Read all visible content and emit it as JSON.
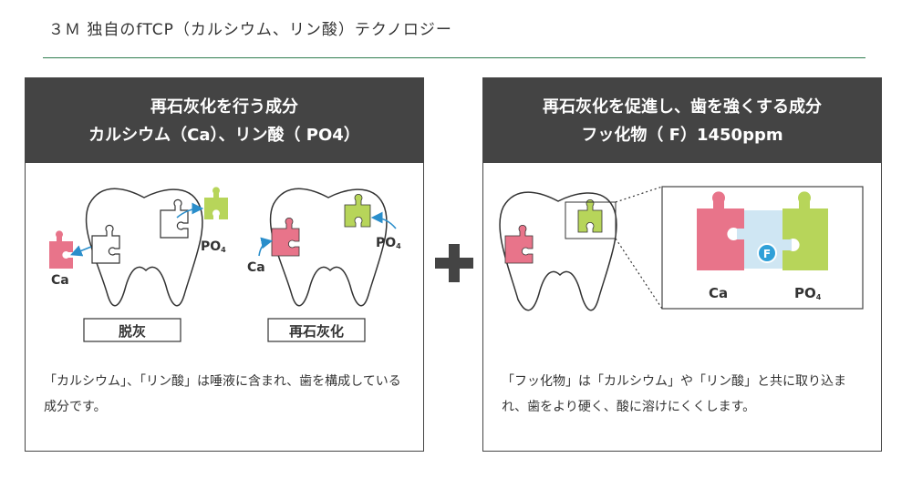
{
  "page": {
    "title": "３Ｍ 独自のfTCP（カルシウム、リン酸）テクノロジー"
  },
  "left_panel": {
    "heading_line1": "再石灰化を行う成分",
    "heading_line2": "カルシウム（Ca）、リン酸（ PO4）",
    "diagram": {
      "ca_label": "Ca",
      "po_label": "PO",
      "po_sub": "4",
      "state1_label": "脱灰",
      "state2_label": "再石灰化"
    },
    "description": "「カルシウム」、「リン酸」は唾液に含まれ、歯を構成している成分です。"
  },
  "right_panel": {
    "heading_line1": "再石灰化を促進し、歯を強くする成分",
    "heading_line2": "フッ化物（ F）1450ppm",
    "diagram": {
      "ca_label": "Ca",
      "po_label": "PO",
      "po_sub": "4",
      "f_label": "F"
    },
    "description": "「フッ化物」は「カルシウム」や「リン酸」と共に取り込まれ、歯をより硬く、酸に溶けにくくします。"
  },
  "colors": {
    "ca_piece": "#e8748a",
    "po_piece": "#b7d55a",
    "f_badge": "#2fa0d8",
    "header_bg": "#444444",
    "rule": "#2f7d4f"
  },
  "icons": {
    "plus": "plus-icon"
  }
}
